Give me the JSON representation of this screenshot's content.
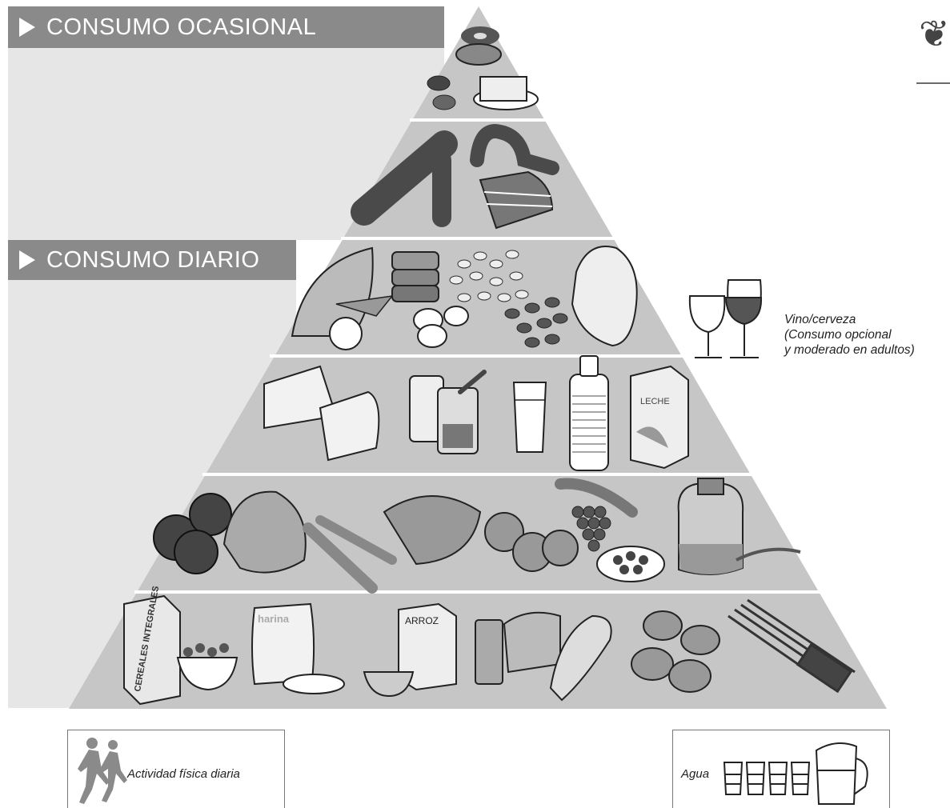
{
  "headers": {
    "occasional": "CONSUMO OCASIONAL",
    "daily": "CONSUMO DIARIO"
  },
  "side_note": {
    "line1": "Vino/cerveza",
    "line2": "(Consumo opcional",
    "line3": "y moderado en adultos)"
  },
  "food_labels": {
    "cereales": "CEREALES INTEGRALES",
    "harina": "harina",
    "arroz": "ARROZ",
    "leche": "LECHE"
  },
  "bottom": {
    "activity": "Actividad física diaria",
    "water": "Agua"
  },
  "colors": {
    "band_header": "#8a8a8a",
    "panel": "#e6e6e6",
    "pyramid": "#c4c4c4",
    "food_dark": "#4a4a4a"
  }
}
